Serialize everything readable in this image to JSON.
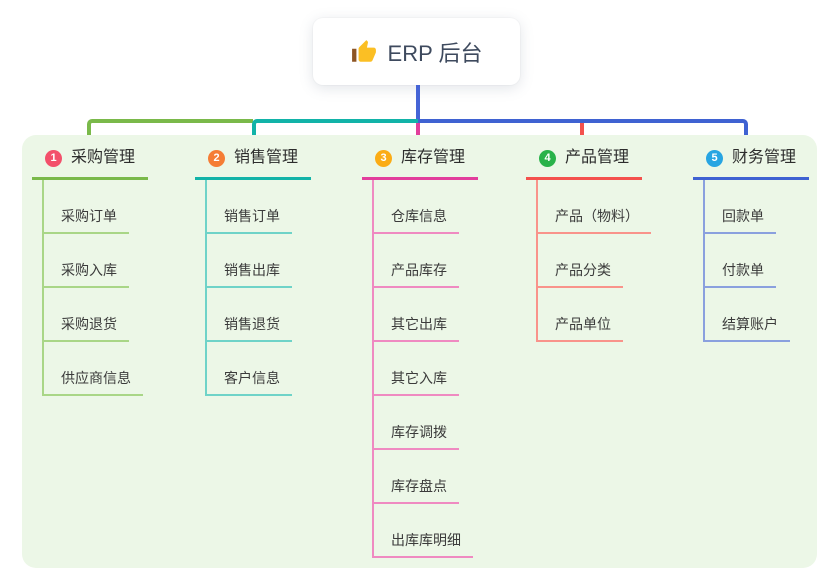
{
  "root": {
    "label": "ERP 后台",
    "icon": "thumbs-up-icon"
  },
  "branches": [
    {
      "badge": "1",
      "label": "采购管理",
      "color": "#7ab94a",
      "light": "#a9d687",
      "badge_color": "#f3506b",
      "children": [
        "采购订单",
        "采购入库",
        "采购退货",
        "供应商信息"
      ]
    },
    {
      "badge": "2",
      "label": "销售管理",
      "color": "#12b3a8",
      "light": "#6fd3c8",
      "badge_color": "#f57d35",
      "children": [
        "销售订单",
        "销售出库",
        "销售退货",
        "客户信息"
      ]
    },
    {
      "badge": "3",
      "label": "库存管理",
      "color": "#e23e9c",
      "light": "#ef8ac1",
      "badge_color": "#fbac15",
      "children": [
        "仓库信息",
        "产品库存",
        "其它出库",
        "其它入库",
        "库存调拨",
        "库存盘点",
        "出库库明细"
      ]
    },
    {
      "badge": "4",
      "label": "产品管理",
      "color": "#f4514d",
      "light": "#f9938b",
      "badge_color": "#29b24a",
      "children": [
        "产品（物料）",
        "产品分类",
        "产品单位"
      ]
    },
    {
      "badge": "5",
      "label": "财务管理",
      "color": "#3f62d2",
      "light": "#8aa0de",
      "badge_color": "#27a5e2",
      "children": [
        "回款单",
        "付款单",
        "结算账户"
      ]
    }
  ],
  "colors": {
    "canvas_bg": "#ffffff",
    "panel_bg": "#ecf7e7",
    "trunk_blue": "#4564d6",
    "root_text": "#3e4a5e",
    "node_text": "#3b3b3b",
    "thumb_yellow": "#fbbf24",
    "thumb_sleeve": "#8d5524"
  }
}
